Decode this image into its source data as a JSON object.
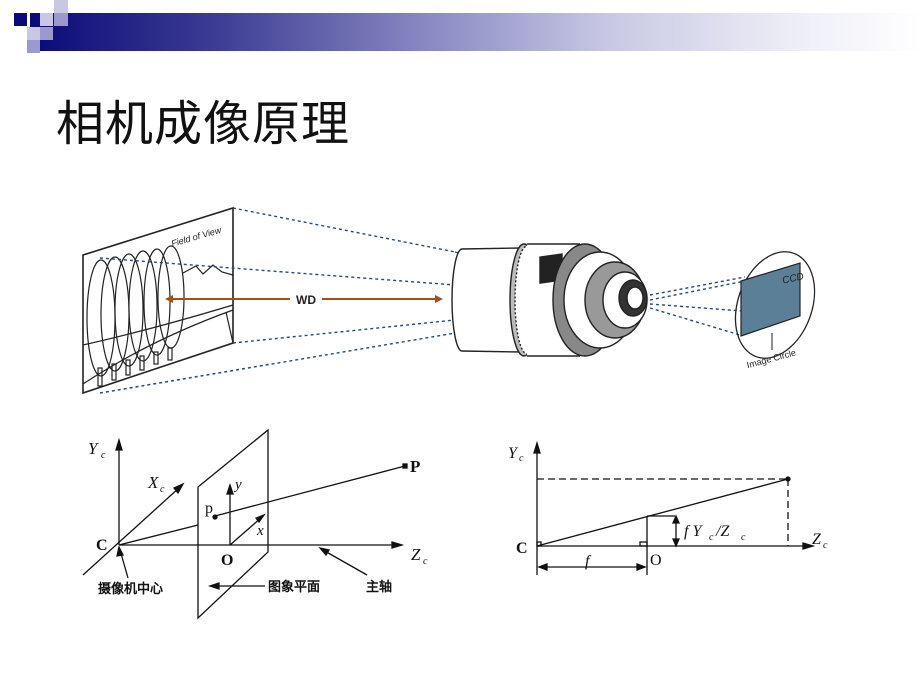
{
  "slide": {
    "title": "相机成像原理",
    "colors": {
      "header_dark": "#0a0a78",
      "header_mid": "#9a9ad0",
      "header_light": "#cacae6",
      "wd_arrow": "#a0521e",
      "ccd_fill": "#5a7f96",
      "ray_blue": "#2a4a70"
    }
  },
  "figure_top": {
    "field_of_view_label": "Field of View",
    "wd_label": "WD",
    "ccd_label": "CCD",
    "image_circle_label": "Image Circle"
  },
  "figure_bottom_left": {
    "axis_yc": "Y",
    "axis_xc": "X",
    "axis_zc": "Z",
    "subscript_c": "c",
    "point_P": "P",
    "point_p": "p",
    "point_C": "C",
    "point_O": "O",
    "axis_x": "x",
    "axis_y": "y",
    "label_camera_center": "摄像机中心",
    "label_image_plane": "图象平面",
    "label_principal_axis": "主轴"
  },
  "figure_bottom_right": {
    "axis_yc": "Y",
    "axis_zc": "Z",
    "subscript_c": "c",
    "point_C": "C",
    "point_O": "O",
    "focal_f": "f",
    "projection_formula": "f Y",
    "formula_sub1": "c",
    "formula_slash": "/Z",
    "formula_sub2": "c"
  }
}
